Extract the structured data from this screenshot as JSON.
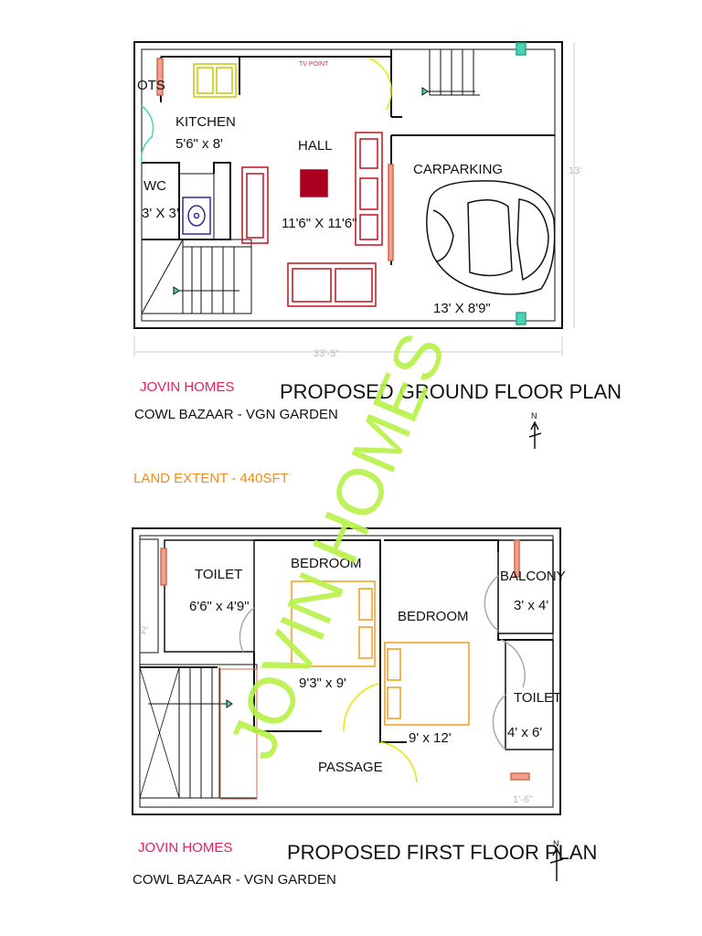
{
  "colors": {
    "wall": "#111111",
    "furniture": "#c0121a",
    "bed": "#f39a1c",
    "kitchen": "#c8c800",
    "door_swing": "#e8e800",
    "vent": "#48d4b4",
    "door_leaf": "#d46a4a",
    "sink": "#2a2aa0",
    "dimension": "#bbbbbb",
    "brand": "#e0245e",
    "land": "#f28c1c",
    "watermark": "#b8f24a"
  },
  "icons": {
    "north_arrow": "north-arrow-icon",
    "stair_arrow": "arrow-icon"
  },
  "ground_floor": {
    "rooms": {
      "ots": "OTS",
      "kitchen": "KITCHEN",
      "kitchen_size": "5'6\" x 8'",
      "hall": "HALL",
      "hall_size": "11'6\" X 11'6\"",
      "wc": "WC",
      "wc_size": "3' X 3'",
      "car_parking": "CARPARKING",
      "car_size": "13' X 8'9\""
    },
    "tv_point": "TV POINT",
    "dim_width": "33'-5\"",
    "dim_height": "13'",
    "brand": "JOVIN HOMES",
    "title": "PROPOSED GROUND FLOOR PLAN",
    "address": "COWL BAZAAR - VGN GARDEN",
    "north": "N"
  },
  "land_extent": "LAND EXTENT - 440SFT",
  "first_floor": {
    "rooms": {
      "toilet1": "TOILET",
      "toilet1_size": "6'6\" x 4'9\"",
      "bedroom1": "BEDROOM",
      "bedroom1_size": "9'3\" x 9'",
      "bedroom2": "BEDROOM",
      "bedroom2_size": "9' x 12'",
      "balcony": "BALCONY",
      "balcony_size": "3' x 4'",
      "toilet2": "TOILET",
      "toilet2_size": "4' x 6'",
      "passage": "PASSAGE"
    },
    "dim_left": "2'",
    "dim_bottom": "1'-6\"",
    "brand": "JOVIN HOMES",
    "title": "PROPOSED FIRST FLOOR PLAN",
    "address": "COWL BAZAAR - VGN GARDEN",
    "north": "N"
  },
  "watermark": "JOVIN HOMES"
}
